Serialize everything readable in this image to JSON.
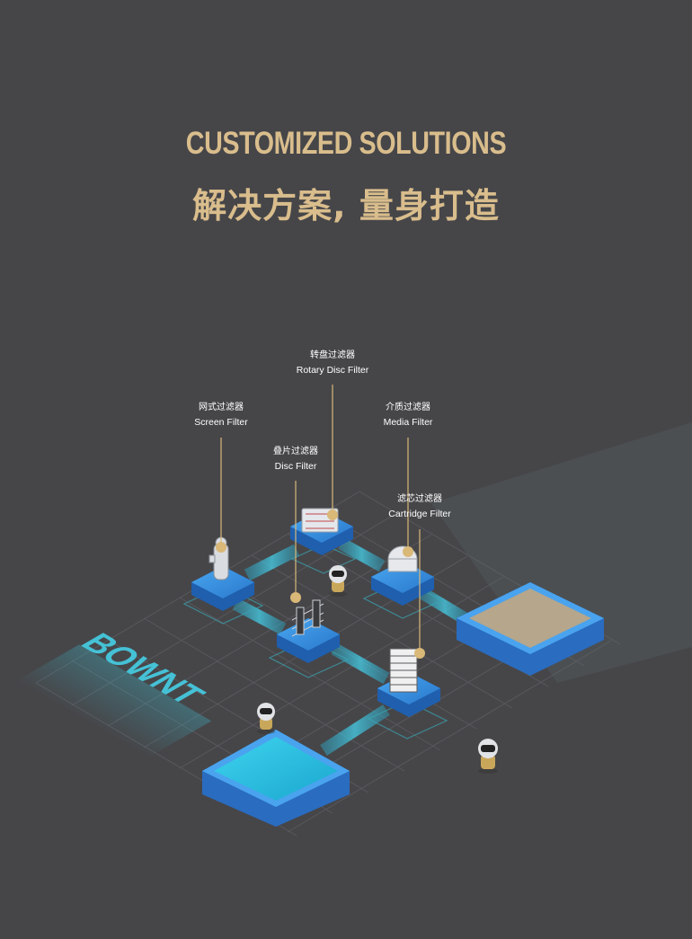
{
  "heading": {
    "en": "CUSTOMIZED SOLUTIONS",
    "zh": "解决方案, 量身打造"
  },
  "brand_floor_text": "BOWNT",
  "filters": [
    {
      "zh": "转盘过滤器",
      "en": "Rotary Disc Filter"
    },
    {
      "zh": "网式过滤器",
      "en": "Screen Filter"
    },
    {
      "zh": "介质过滤器",
      "en": "Media Filter"
    },
    {
      "zh": "叠片过滤器",
      "en": "Disc Filter"
    },
    {
      "zh": "滤芯过滤器",
      "en": "Cartridge Filter"
    }
  ],
  "colors": {
    "background": "#464649",
    "heading": "#d9bd8c",
    "accent_blue": "#2f7fd0",
    "accent_cyan": "#3cc6e0",
    "callout": "#d9b878",
    "tank_sand": "#b5a68c"
  },
  "icons": [
    "robot-figure",
    "filter-equipment"
  ]
}
